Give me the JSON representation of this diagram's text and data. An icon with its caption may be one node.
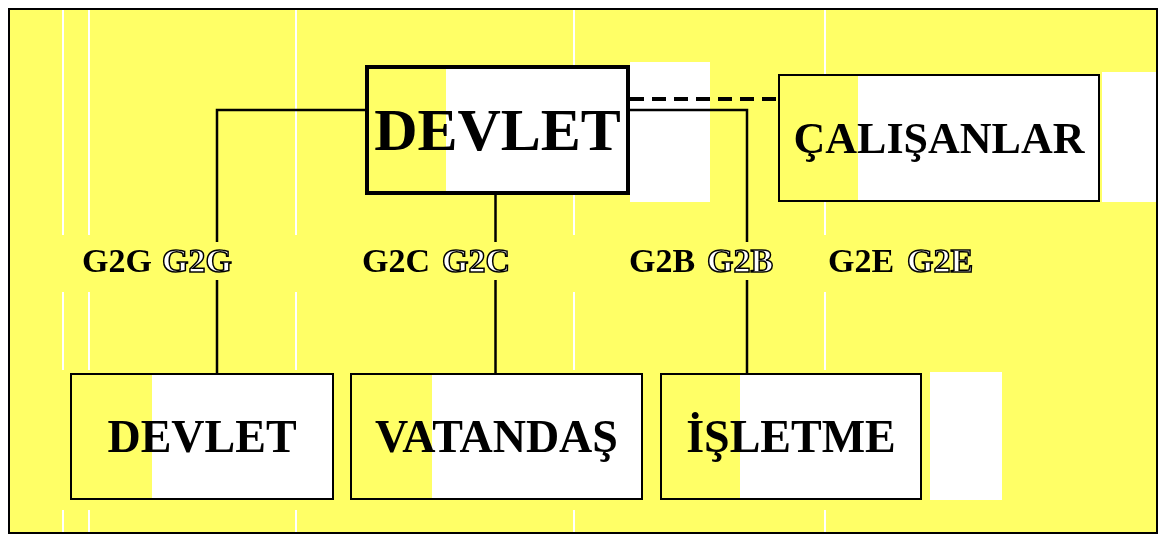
{
  "diagram": {
    "nodes": [
      {
        "text": [
          "DEVLET"
        ]
      },
      {
        "text": [
          "ÇALIŞANLAR"
        ]
      },
      {
        "text": [
          "DEVLET"
        ]
      },
      {
        "text": [
          "VATANDAŞ"
        ]
      },
      {
        "text": [
          "İŞLETME"
        ]
      }
    ],
    "edges": [
      {
        "from": 0,
        "to": 2,
        "arrow": "none"
      },
      {
        "from": 0,
        "to": 3,
        "arrow": "none"
      },
      {
        "from": 0,
        "to": 4,
        "arrow": "none"
      },
      {
        "from": 0,
        "to": 1,
        "arrow": "none",
        "style": "dashed"
      }
    ],
    "labels": [
      "G2G",
      "G2G",
      "G2C",
      "G2C",
      "G2B",
      "G2B",
      "G2E",
      "G2E"
    ]
  }
}
